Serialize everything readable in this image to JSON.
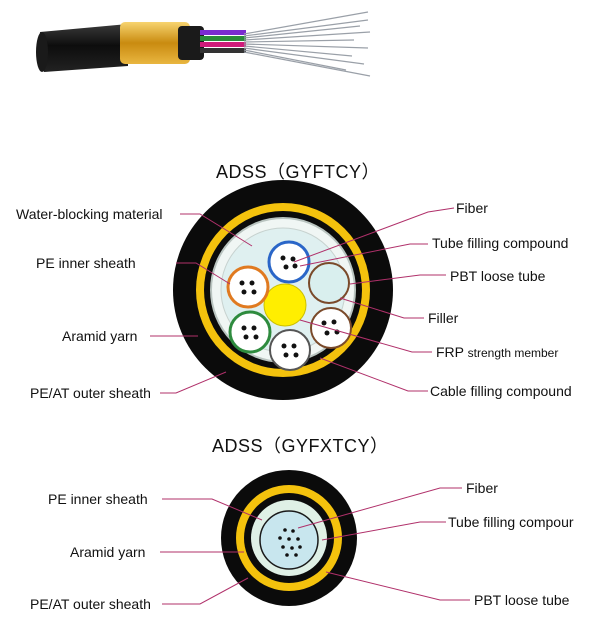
{
  "diagram1": {
    "title": "ADSS（GYFTCY）",
    "left_labels": [
      "Water-blocking material",
      "PE inner sheath",
      "Aramid yarn",
      "PE/AT outer sheath"
    ],
    "right_labels": {
      "fiber": "Fiber",
      "tube_filling": "Tube filling compound",
      "pbt": "PBT loose tube",
      "filler": "Filler",
      "frp_a": "FRP",
      "frp_b": "strength member",
      "cable_filling": "Cable filling compound"
    }
  },
  "diagram2": {
    "title": "ADSS（GYFXTCY）",
    "left_labels": [
      "PE inner sheath",
      "Aramid yarn",
      "PE/AT outer sheath"
    ],
    "right_labels": [
      "Fiber",
      "Tube filling compour",
      "PBT loose tube"
    ]
  },
  "colors": {
    "sheath": "#0b0b0b",
    "yellow_ring": "#f4c20d",
    "frp": "#ffee00",
    "leader": "#b0306a",
    "gel": "#dff0f0",
    "tube_blue": "#2a66c8",
    "tube_orange": "#e07a20",
    "tube_green": "#2e8b3e",
    "tube_brown": "#7a4a2a"
  }
}
